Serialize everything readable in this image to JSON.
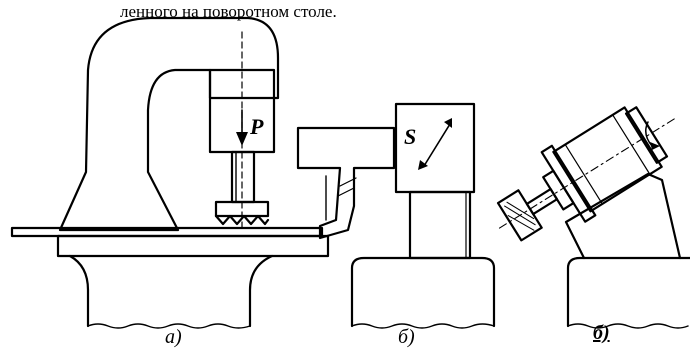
{
  "caption": "ленного на поворотном столе.",
  "labels": {
    "a": "а)",
    "b": "б)",
    "v": "б)"
  },
  "symbols": {
    "force": "P",
    "feed": "S"
  },
  "colors": {
    "ink": "#000000",
    "paper": "#ffffff"
  }
}
